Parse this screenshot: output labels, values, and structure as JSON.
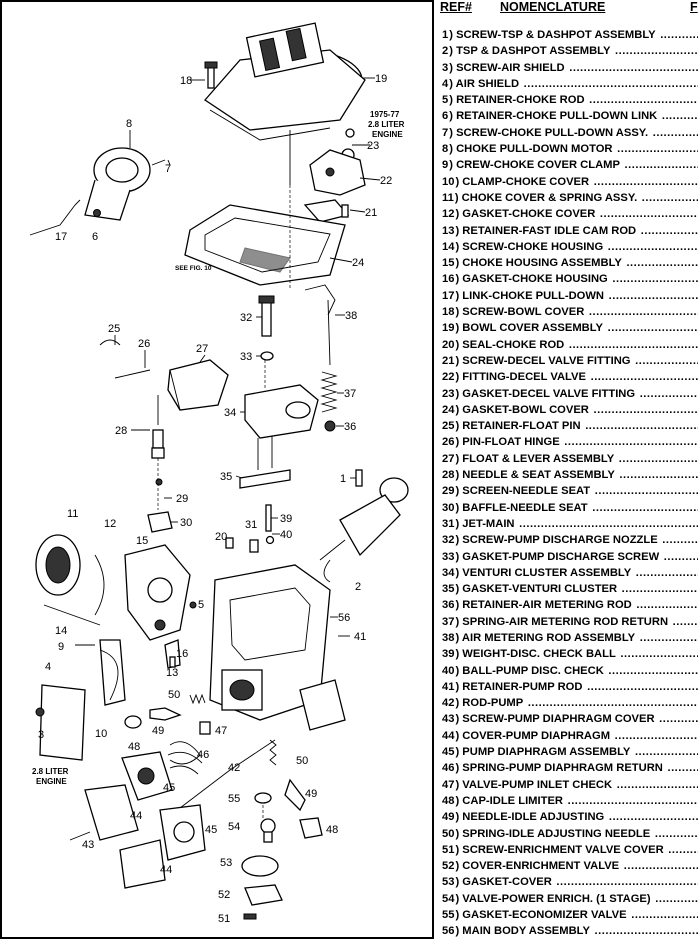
{
  "legend": {
    "header_ref": "REF#",
    "header_nomenclature": "NOMENCLATURE",
    "header_extra": "F",
    "items": [
      {
        "ref": "1",
        "name": "SCREW-TSP & DASHPOT ASSEMBLY"
      },
      {
        "ref": "2",
        "name": "TSP & DASHPOT ASSEMBLY"
      },
      {
        "ref": "3",
        "name": "SCREW-AIR SHIELD"
      },
      {
        "ref": "4",
        "name": "AIR SHIELD"
      },
      {
        "ref": "5",
        "name": "RETAINER-CHOKE ROD"
      },
      {
        "ref": "6",
        "name": "RETAINER-CHOKE PULL-DOWN LINK"
      },
      {
        "ref": "7",
        "name": "SCREW-CHOKE PULL-DOWN ASSY."
      },
      {
        "ref": "8",
        "name": "CHOKE PULL-DOWN MOTOR"
      },
      {
        "ref": "9",
        "name": "CREW-CHOKE COVER CLAMP"
      },
      {
        "ref": "10",
        "name": "CLAMP-CHOKE COVER"
      },
      {
        "ref": "11",
        "name": "CHOKE COVER & SPRING ASSY."
      },
      {
        "ref": "12",
        "name": "GASKET-CHOKE COVER"
      },
      {
        "ref": "13",
        "name": "RETAINER-FAST IDLE CAM ROD"
      },
      {
        "ref": "14",
        "name": "SCREW-CHOKE HOUSING"
      },
      {
        "ref": "15",
        "name": "CHOKE HOUSING ASSEMBLY"
      },
      {
        "ref": "16",
        "name": "GASKET-CHOKE HOUSING"
      },
      {
        "ref": "17",
        "name": "LINK-CHOKE PULL-DOWN"
      },
      {
        "ref": "18",
        "name": "SCREW-BOWL COVER"
      },
      {
        "ref": "19",
        "name": "BOWL COVER ASSEMBLY"
      },
      {
        "ref": "20",
        "name": "SEAL-CHOKE ROD"
      },
      {
        "ref": "21",
        "name": "SCREW-DECEL VALVE FITTING"
      },
      {
        "ref": "22",
        "name": "FITTING-DECEL VALVE"
      },
      {
        "ref": "23",
        "name": "GASKET-DECEL VALVE FITTING"
      },
      {
        "ref": "24",
        "name": "GASKET-BOWL COVER"
      },
      {
        "ref": "25",
        "name": "RETAINER-FLOAT PIN"
      },
      {
        "ref": "26",
        "name": "PIN-FLOAT HINGE"
      },
      {
        "ref": "27",
        "name": "FLOAT & LEVER ASSEMBLY"
      },
      {
        "ref": "28",
        "name": "NEEDLE & SEAT ASSEMBLY"
      },
      {
        "ref": "29",
        "name": "SCREEN-NEEDLE SEAT"
      },
      {
        "ref": "30",
        "name": "BAFFLE-NEEDLE SEAT"
      },
      {
        "ref": "31",
        "name": "JET-MAIN"
      },
      {
        "ref": "32",
        "name": "SCREW-PUMP DISCHARGE NOZZLE"
      },
      {
        "ref": "33",
        "name": "GASKET-PUMP DISCHARGE SCREW"
      },
      {
        "ref": "34",
        "name": "VENTURI CLUSTER ASSEMBLY"
      },
      {
        "ref": "35",
        "name": "GASKET-VENTURI CLUSTER"
      },
      {
        "ref": "36",
        "name": "RETAINER-AIR METERING ROD"
      },
      {
        "ref": "37",
        "name": "SPRING-AIR METERING ROD RETURN"
      },
      {
        "ref": "38",
        "name": "AIR METERING ROD ASSEMBLY"
      },
      {
        "ref": "39",
        "name": "WEIGHT-DISC. CHECK BALL"
      },
      {
        "ref": "40",
        "name": "BALL-PUMP DISC. CHECK"
      },
      {
        "ref": "41",
        "name": "RETAINER-PUMP ROD"
      },
      {
        "ref": "42",
        "name": "ROD-PUMP"
      },
      {
        "ref": "43",
        "name": "SCREW-PUMP DIAPHRAGM COVER"
      },
      {
        "ref": "44",
        "name": "COVER-PUMP DIAPHRAGM"
      },
      {
        "ref": "45",
        "name": "PUMP DIAPHRAGM ASSEMBLY"
      },
      {
        "ref": "46",
        "name": "SPRING-PUMP DIAPHRAGM RETURN"
      },
      {
        "ref": "47",
        "name": "VALVE-PUMP INLET CHECK"
      },
      {
        "ref": "48",
        "name": "CAP-IDLE LIMITER"
      },
      {
        "ref": "49",
        "name": "NEEDLE-IDLE ADJUSTING"
      },
      {
        "ref": "50",
        "name": "SPRING-IDLE ADJUSTING NEEDLE"
      },
      {
        "ref": "51",
        "name": "SCREW-ENRICHMENT VALVE COVER"
      },
      {
        "ref": "52",
        "name": "COVER-ENRICHMENT VALVE"
      },
      {
        "ref": "53",
        "name": "GASKET-COVER"
      },
      {
        "ref": "54",
        "name": "VALVE-POWER ENRICH. (1 STAGE)"
      },
      {
        "ref": "55",
        "name": "GASKET-ECONOMIZER VALVE"
      },
      {
        "ref": "56",
        "name": "MAIN BODY ASSEMBLY"
      }
    ]
  },
  "diagram": {
    "note_engine_top_line1": "1975-77",
    "note_engine_top_line2": "2.8 LITER",
    "note_engine_top_line3": "ENGINE",
    "note_see_fig": "SEE FIG. 10",
    "note_engine_bottom_line1": "2.8 LITER",
    "note_engine_bottom_line2": "ENGINE",
    "callouts": {
      "c1": "1",
      "c2": "2",
      "c3": "3",
      "c4": "4",
      "c5": "5",
      "c6": "6",
      "c7": "7",
      "c8": "8",
      "c9": "9",
      "c10": "10",
      "c11": "11",
      "c12": "12",
      "c13": "13",
      "c14": "14",
      "c15": "15",
      "c16": "16",
      "c17": "17",
      "c18": "18",
      "c19": "19",
      "c20": "20",
      "c21": "21",
      "c22": "22",
      "c23": "23",
      "c24": "24",
      "c25": "25",
      "c26": "26",
      "c27": "27",
      "c28": "28",
      "c29": "29",
      "c30": "30",
      "c31": "31",
      "c32": "32",
      "c33": "33",
      "c34": "34",
      "c35": "35",
      "c36": "36",
      "c37": "37",
      "c38": "38",
      "c39": "39",
      "c40": "40",
      "c41": "41",
      "c42": "42",
      "c43": "43",
      "c44": "44",
      "c44b": "44",
      "c45": "45",
      "c45b": "45",
      "c46": "46",
      "c47": "47",
      "c48": "48",
      "c48b": "48",
      "c49": "49",
      "c49b": "49",
      "c50": "50",
      "c50b": "50",
      "c51": "51",
      "c52": "52",
      "c53": "53",
      "c54": "54",
      "c55": "55",
      "c56": "56"
    }
  }
}
